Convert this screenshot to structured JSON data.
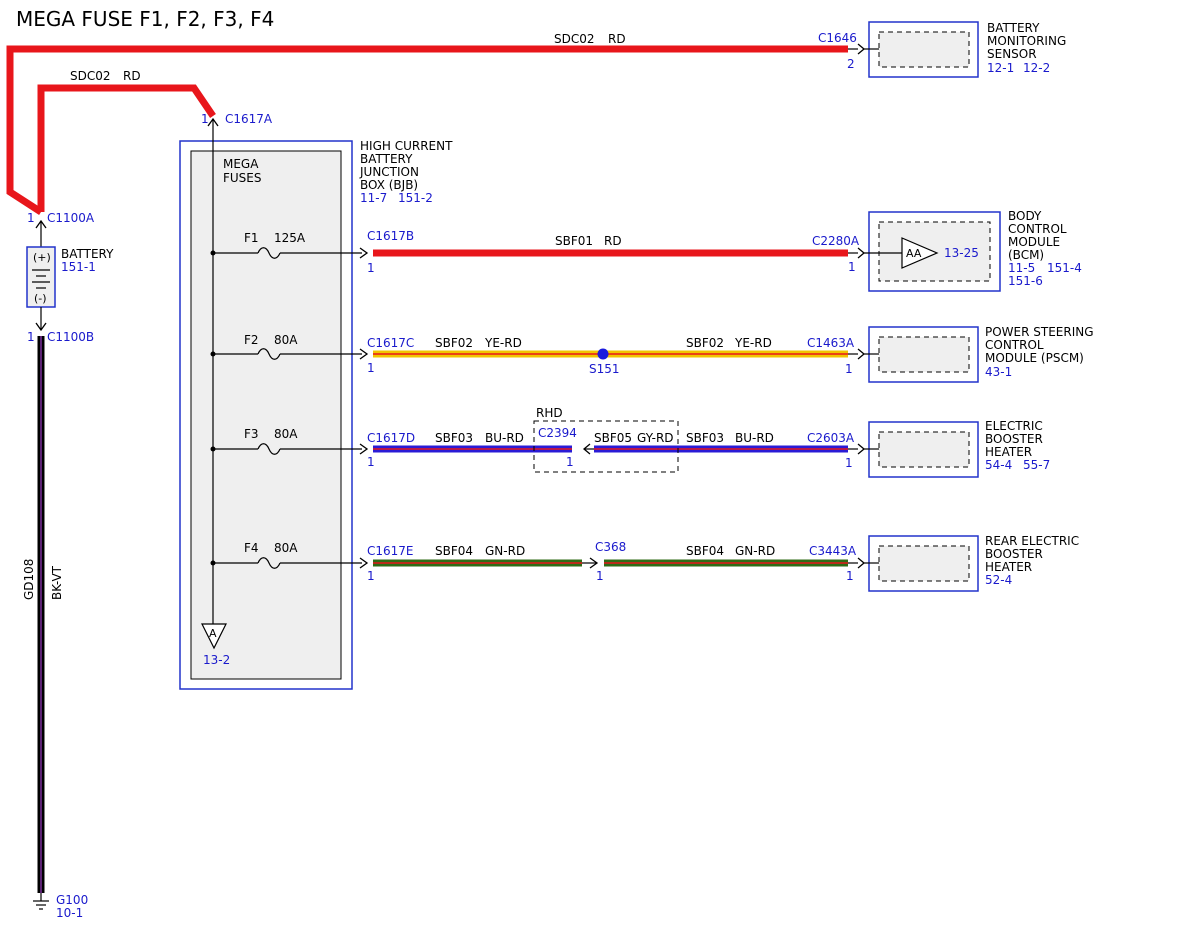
{
  "title": "MEGA FUSE F1, F2, F3, F4",
  "colors": {
    "red": "#e8161b",
    "yellow": "#f2c500",
    "blue": "#2a1bd6",
    "green": "#2f6b16",
    "black": "#000000",
    "ref_blue": "#1a1acc",
    "box_border": "#2233cc",
    "box_fill": "#efefef"
  },
  "top_wire": {
    "circuit": "SDC02",
    "color": "RD",
    "connector": "C1646",
    "pin": "2"
  },
  "second_wire": {
    "circuit": "SDC02",
    "color": "RD",
    "connector": "C1617A",
    "pin": "1"
  },
  "battery": {
    "name": "BATTERY",
    "ref": "151-1",
    "plus": "(+)",
    "minus": "(-)",
    "connector_top": "C1100A",
    "pin_top": "1",
    "connector_bottom": "C1100B",
    "pin_bottom": "1"
  },
  "ground": {
    "circuit": "GD108",
    "color": "BK-VT",
    "name": "G100",
    "ref": "10-1"
  },
  "bjb": {
    "name_lines": [
      "HIGH CURRENT",
      "BATTERY",
      "JUNCTION",
      "BOX (BJB)"
    ],
    "refs": [
      "11-7",
      "151-2"
    ],
    "inner_lines": [
      "MEGA",
      "FUSES"
    ],
    "arrow_label": "A",
    "arrow_ref": "13-2"
  },
  "fuses": [
    {
      "name": "F1",
      "rating": "125A"
    },
    {
      "name": "F2",
      "rating": "80A"
    },
    {
      "name": "F3",
      "rating": "80A"
    },
    {
      "name": "F4",
      "rating": "80A"
    }
  ],
  "wires": {
    "f1": {
      "start_connector": "C1617B",
      "start_pin": "1",
      "circuit": "SBF01",
      "color": "RD",
      "end_connector": "C2280A",
      "end_pin": "1"
    },
    "f2": {
      "start_connector": "C1617C",
      "start_pin": "1",
      "circuit_a": "SBF02",
      "color_a": "YE-RD",
      "splice": "S151",
      "circuit_b": "SBF02",
      "color_b": "YE-RD",
      "end_connector": "C1463A",
      "end_pin": "1"
    },
    "f3": {
      "start_connector": "C1617D",
      "start_pin": "1",
      "circuit_a": "SBF03",
      "color_a": "BU-RD",
      "option_label": "RHD",
      "mid_connector": "C2394",
      "mid_pin": "1",
      "circuit_b": "SBF05",
      "color_b": "GY-RD",
      "circuit_c": "SBF03",
      "color_c": "BU-RD",
      "end_connector": "C2603A",
      "end_pin": "1"
    },
    "f4": {
      "start_connector": "C1617E",
      "start_pin": "1",
      "circuit_a": "SBF04",
      "color_a": "GN-RD",
      "mid_connector": "C368",
      "mid_pin": "1",
      "circuit_b": "SBF04",
      "color_b": "GN-RD",
      "end_connector": "C3443A",
      "end_pin": "1"
    }
  },
  "components": {
    "bms": {
      "lines": [
        "BATTERY",
        "MONITORING",
        "SENSOR"
      ],
      "refs": [
        "12-1",
        "12-2"
      ]
    },
    "bcm": {
      "lines": [
        "BODY",
        "CONTROL",
        "MODULE",
        "(BCM)"
      ],
      "refs": [
        "11-5",
        "151-4"
      ],
      "ref3": "151-6",
      "inner_label": "AA",
      "inner_ref": "13-25"
    },
    "pscm": {
      "lines": [
        "POWER STEERING",
        "CONTROL",
        "MODULE (PSCM)"
      ],
      "refs": [
        "43-1"
      ]
    },
    "ebh": {
      "lines": [
        "ELECTRIC",
        "BOOSTER",
        "HEATER"
      ],
      "refs": [
        "54-4",
        "55-7"
      ]
    },
    "rebh": {
      "lines": [
        "REAR ELECTRIC",
        "BOOSTER",
        "HEATER"
      ],
      "refs": [
        "52-4"
      ]
    }
  }
}
